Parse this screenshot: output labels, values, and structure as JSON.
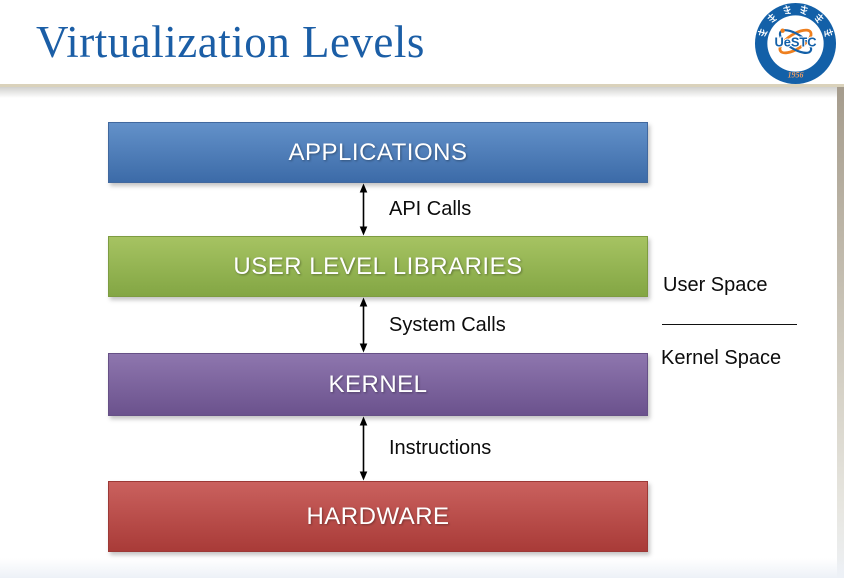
{
  "title": "Virtualization Levels",
  "logo": {
    "acronym": "UeSTC",
    "year": "1956",
    "ring_color": "#1360a8",
    "orbit_color": "#ee7f1e"
  },
  "layers": [
    {
      "id": "applications",
      "label": "APPLICATIONS",
      "color_top": "#6391c9",
      "color_bottom": "#3c6ba8",
      "border": "#41689e"
    },
    {
      "id": "user-level-libraries",
      "label": "USER LEVEL LIBRARIES",
      "color_top": "#a6c362",
      "color_bottom": "#83a644",
      "border": "#7d9c41"
    },
    {
      "id": "kernel",
      "label": "KERNEL",
      "color_top": "#8e76ae",
      "color_bottom": "#6b528d",
      "border": "#665086"
    },
    {
      "id": "hardware",
      "label": "HARDWARE",
      "color_top": "#ca615e",
      "color_bottom": "#a93b38",
      "border": "#9c3936"
    }
  ],
  "connectors": [
    {
      "label": "API Calls"
    },
    {
      "label": "System Calls"
    },
    {
      "label": "Instructions"
    }
  ],
  "side_labels": {
    "user_space": "User Space",
    "kernel_space": "Kernel Space"
  }
}
